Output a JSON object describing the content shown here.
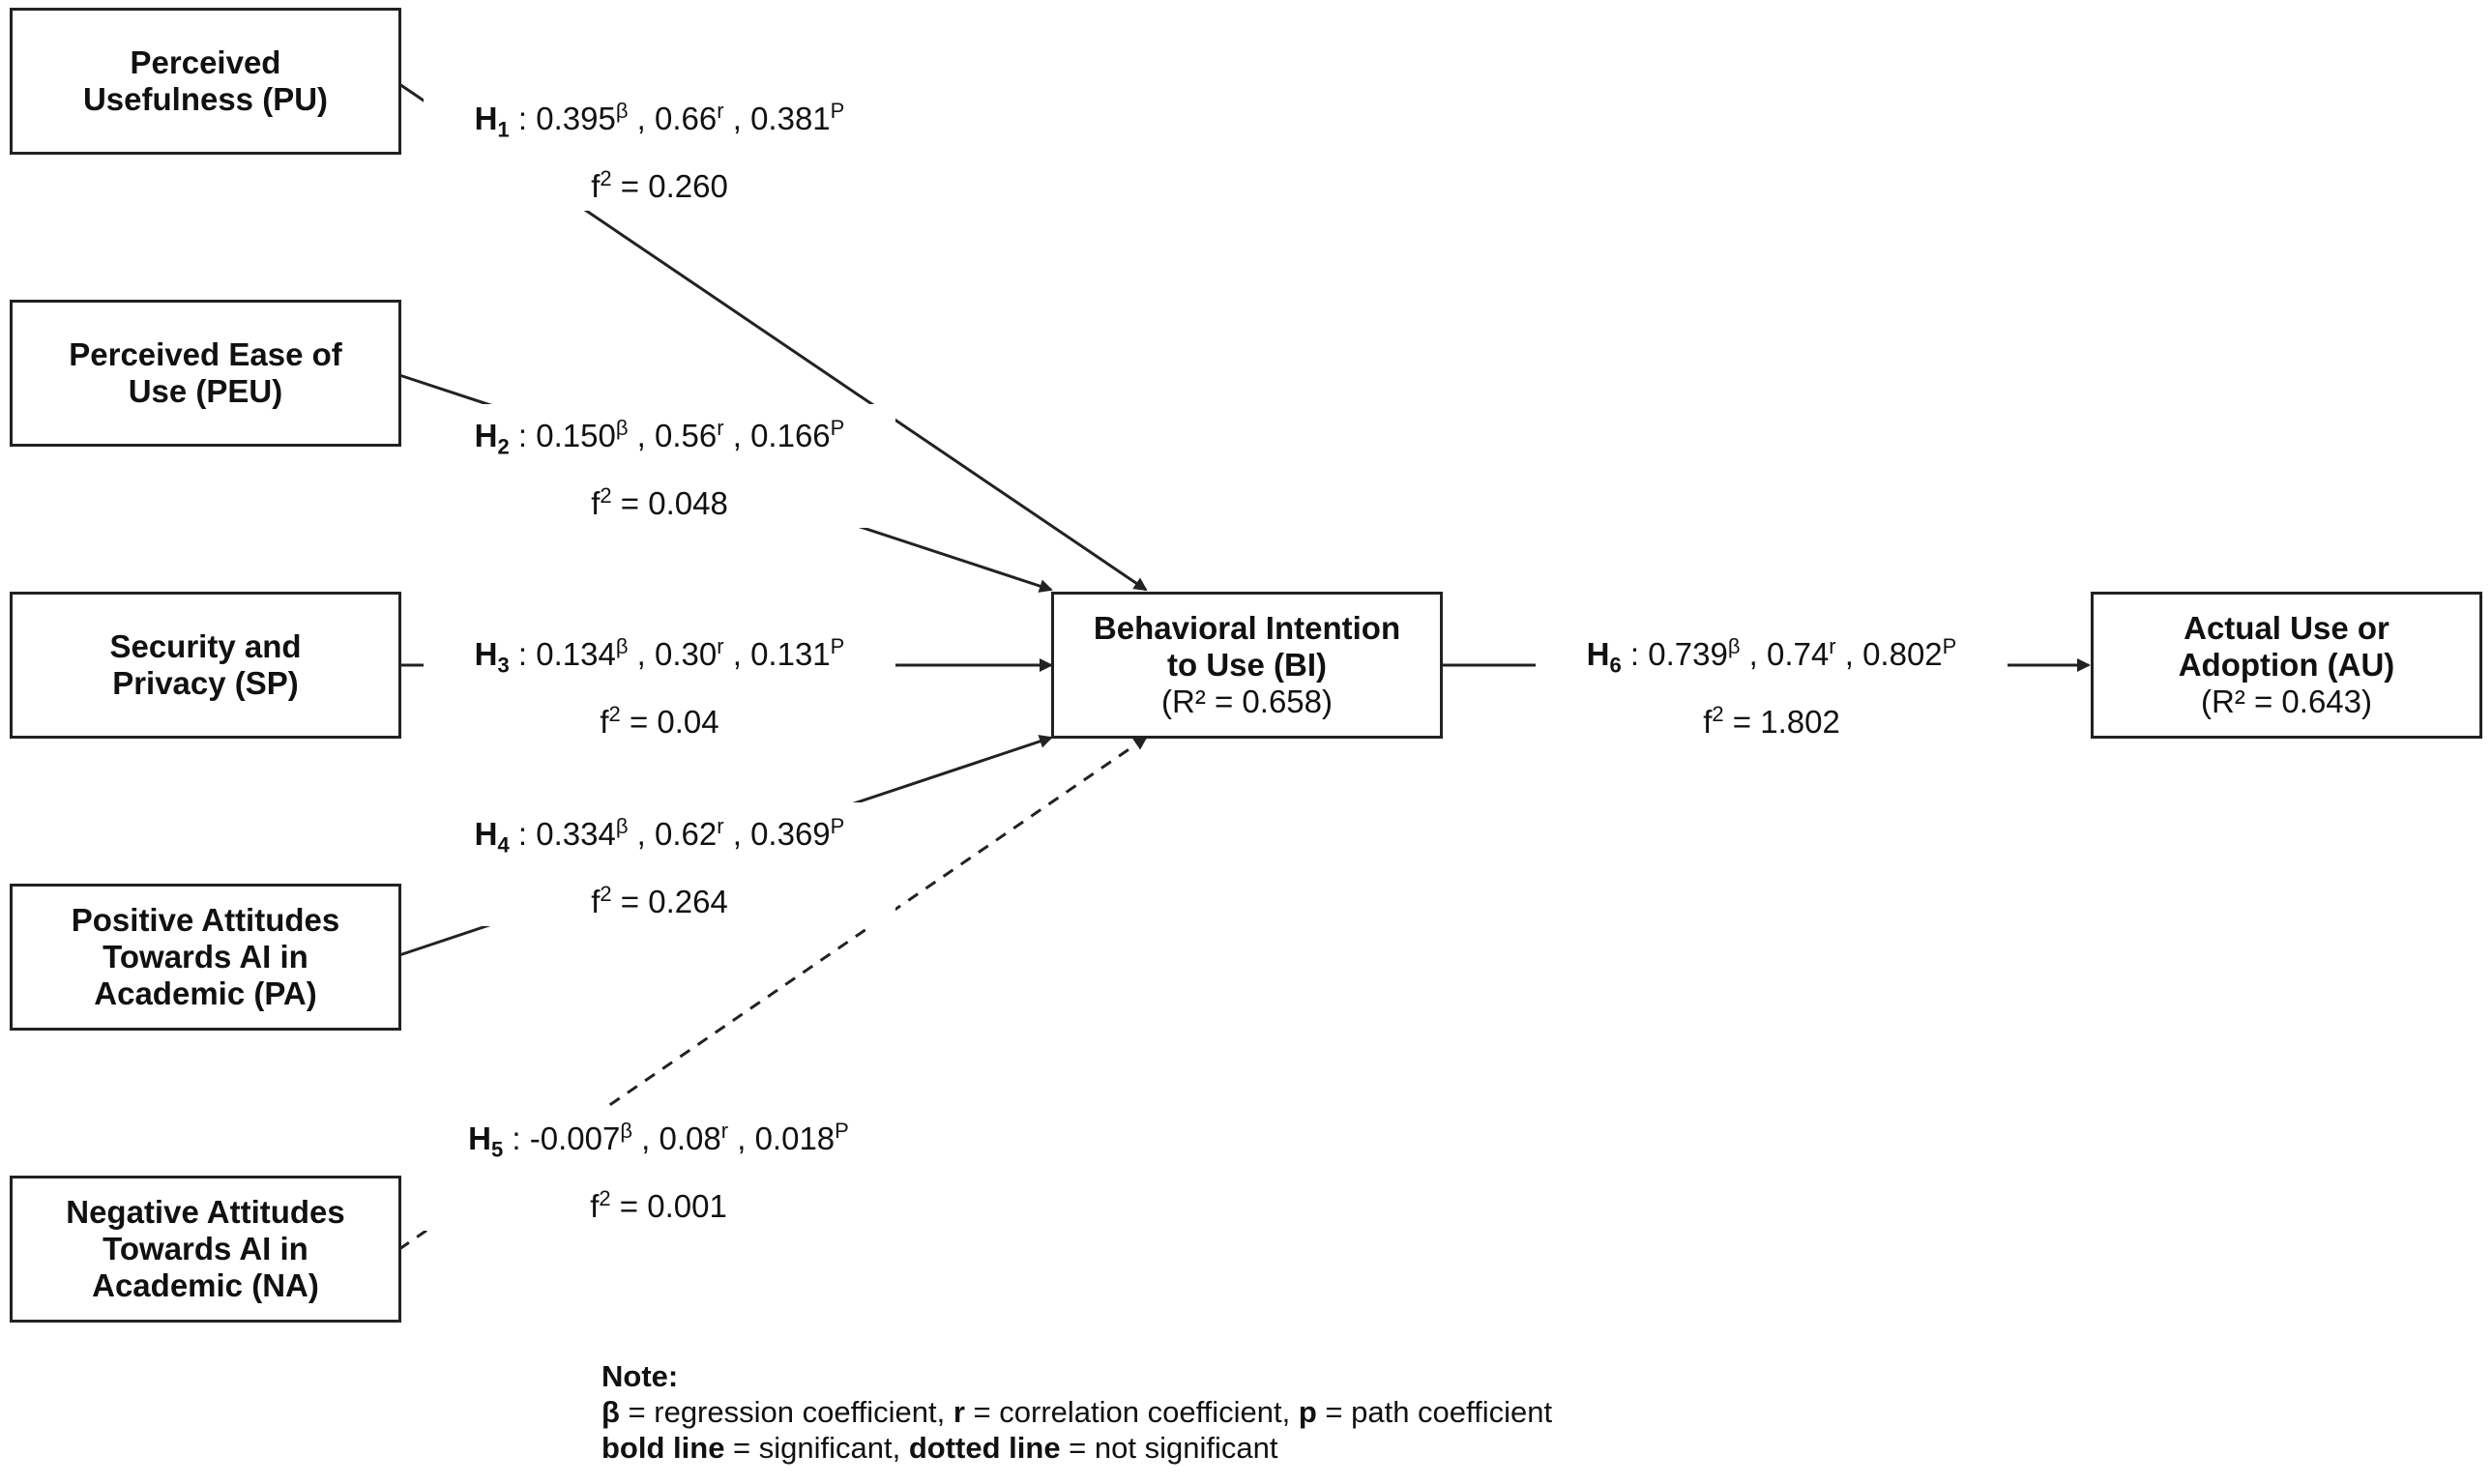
{
  "constructs": {
    "pu": {
      "name": "Perceived\nUsefulness (PU)"
    },
    "peu": {
      "name": "Perceived Ease of\nUse (PEU)"
    },
    "sp": {
      "name": "Security and\nPrivacy (SP)"
    },
    "pa": {
      "name": "Positive Attitudes\nTowards AI in\nAcademic (PA)"
    },
    "na": {
      "name": "Negative Attitudes\nTowards AI in\nAcademic (NA)"
    },
    "bi": {
      "name": "Behavioral Intention\nto Use (BI)",
      "r2": "(R² = 0.658)"
    },
    "au": {
      "name": "Actual Use or\nAdoption (AU)",
      "r2": "(R² = 0.643)"
    }
  },
  "paths": [
    {
      "id": "H1",
      "hyp": "H",
      "num": "1",
      "beta": "0.395",
      "r": "0.66",
      "p": "0.381",
      "f2": "0.260",
      "significant": true
    },
    {
      "id": "H2",
      "hyp": "H",
      "num": "2",
      "beta": "0.150",
      "r": "0.56",
      "p": "0.166",
      "f2": "0.048",
      "significant": true
    },
    {
      "id": "H3",
      "hyp": "H",
      "num": "3",
      "beta": "0.134",
      "r": "0.30",
      "p": "0.131",
      "f2": "0.04",
      "significant": true
    },
    {
      "id": "H4",
      "hyp": "H",
      "num": "4",
      "beta": "0.334",
      "r": "0.62",
      "p": "0.369",
      "f2": "0.264",
      "significant": true
    },
    {
      "id": "H5",
      "hyp": "H",
      "num": "5",
      "beta": "-0.007",
      "r": "0.08",
      "p": "0.018",
      "f2": "0.001",
      "significant": false
    },
    {
      "id": "H6",
      "hyp": "H",
      "num": "6",
      "beta": "0.739",
      "r": "0.74",
      "p": "0.802",
      "f2": "1.802",
      "significant": true
    }
  ],
  "symbols": {
    "beta": "β",
    "r": "r",
    "p": "P",
    "f": "f",
    "two": "2",
    "colon": " : ",
    "sep": " , ",
    "eq": " = "
  },
  "note": {
    "title": "Note:",
    "line1": [
      {
        "bold": "β",
        "text": " = regression coefficient, "
      },
      {
        "bold": "r",
        "text": " = correlation coefficient, "
      },
      {
        "bold": "p",
        "text": " = path coefficient"
      }
    ],
    "line2": [
      {
        "bold": "bold line",
        "text": " = significant, "
      },
      {
        "bold": "dotted line",
        "text": " = not significant"
      }
    ]
  },
  "colors": {
    "line": "#222222",
    "text": "#111111",
    "background": "#ffffff"
  }
}
